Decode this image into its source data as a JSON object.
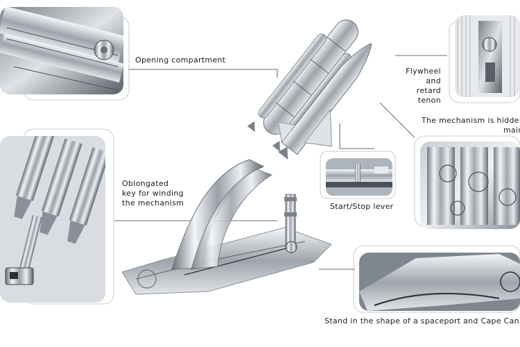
{
  "callouts": {
    "opening_compartment": "Opening compartment",
    "flywheel": [
      "Flywheel",
      "and",
      "retard",
      "tenon"
    ],
    "mechanism_hidden": [
      "The mechanism is hidden",
      "main"
    ],
    "key_winding": [
      "Oblongated",
      "key for winding",
      "the mechanism"
    ],
    "start_stop": "Start/Stop lever",
    "stand": "Stand in the shape of a spaceport and Cape Canav"
  },
  "colors": {
    "line": "#3a3a3a",
    "panel_border": "#bdbdbd",
    "metal_light": "#e9ebee",
    "metal_mid": "#aeb3b9",
    "metal_dark": "#4b5058",
    "photo_bg": "#d9dde2"
  }
}
